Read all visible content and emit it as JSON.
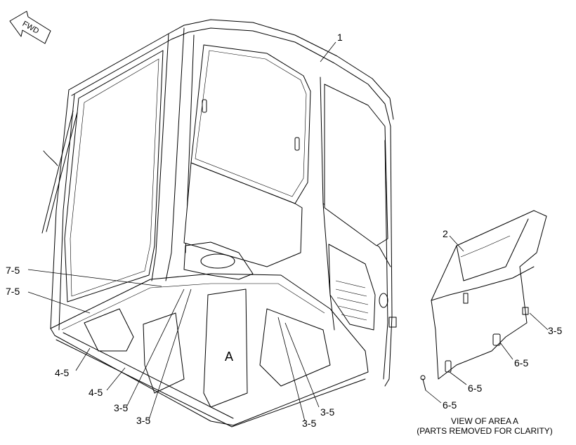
{
  "fwd_arrow": {
    "label": "FWD",
    "icon": "forward-arrow-icon"
  },
  "callouts": [
    {
      "id": "c1",
      "label": "1"
    },
    {
      "id": "c2",
      "label": "2"
    },
    {
      "id": "c7a",
      "label": "7-5"
    },
    {
      "id": "c7b",
      "label": "7-5"
    },
    {
      "id": "c4a",
      "label": "4-5"
    },
    {
      "id": "c4b",
      "label": "4-5"
    },
    {
      "id": "c3a",
      "label": "3-5"
    },
    {
      "id": "c3b",
      "label": "3-5"
    },
    {
      "id": "c3c",
      "label": "3-5"
    },
    {
      "id": "c3d",
      "label": "3-5"
    },
    {
      "id": "c3e",
      "label": "3-5"
    },
    {
      "id": "c6a",
      "label": "6-5"
    },
    {
      "id": "c6b",
      "label": "6-5"
    },
    {
      "id": "c6c",
      "label": "6-5"
    }
  ],
  "area_marker": "A",
  "view_caption": {
    "line1": "VIEW OF AREA A",
    "line2": "(PARTS REMOVED FOR CLARITY)"
  }
}
